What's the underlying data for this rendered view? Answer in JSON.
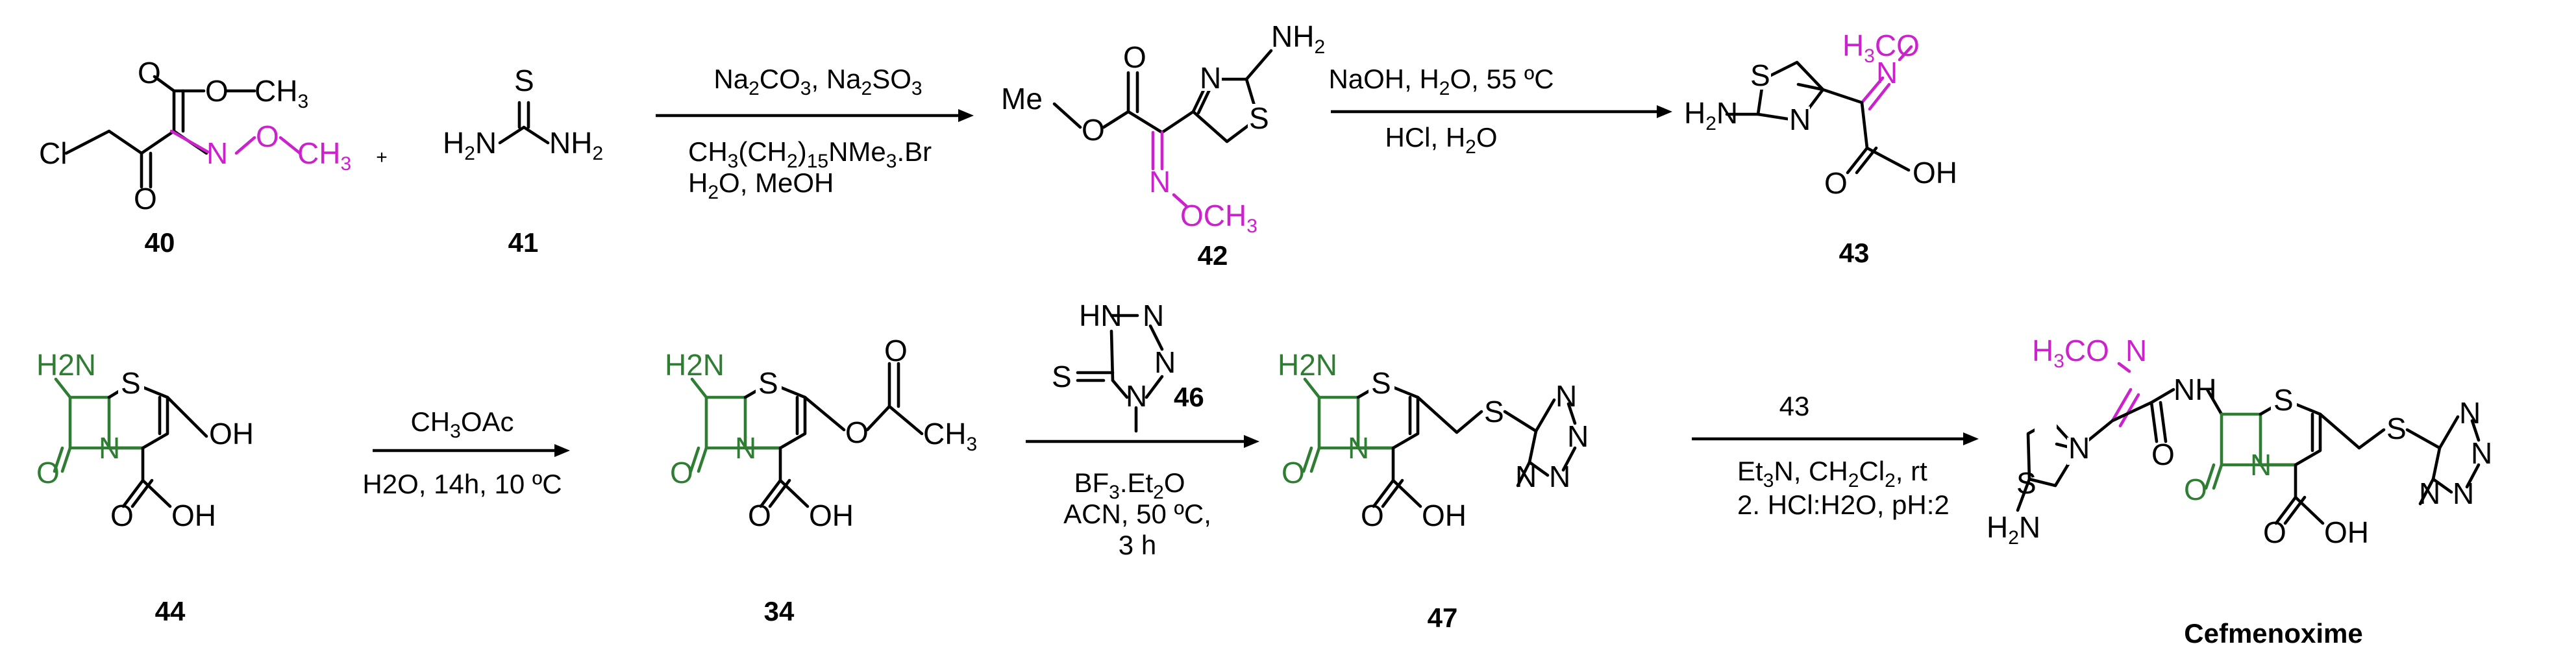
{
  "compounds": {
    "c40": {
      "number": "40"
    },
    "c41": {
      "number": "41"
    },
    "c42": {
      "number": "42"
    },
    "c43": {
      "number": "43"
    },
    "c44": {
      "number": "44"
    },
    "c34": {
      "number": "34"
    },
    "c47": {
      "number": "47"
    },
    "cefmenoxime": {
      "name": "Cefmenoxime"
    }
  },
  "plus_sign": "+",
  "reactions": {
    "step1": {
      "line1": "Na2CO3, Na2SO3",
      "line2": "CH3(CH2)15NMe3.Br",
      "line3": "H2O, MeOH"
    },
    "step2": {
      "line1": "NaOH, H2O, 55 ºC",
      "line2": "HCl, H2O"
    },
    "step3": {
      "line1": "CH3OAc",
      "line2": "H2O, 14h, 10 ºC"
    },
    "step4": {
      "reagent_number": "46",
      "line1": "BF3.Et2O",
      "line2": "ACN, 50 ºC,",
      "line3": "3 h"
    },
    "step5": {
      "reagent_number": "43",
      "line1": "Et3N, CH2Cl2, rt",
      "line2": "2. HCl:H2O, pH:2"
    }
  },
  "atom_labels": {
    "cl": "Cl",
    "o": "O",
    "oh": "OH",
    "n": "N",
    "s": "S",
    "nh": "NH",
    "hn": "HN",
    "h2n": "H2N",
    "nh2": "NH2",
    "ch3": "CH3",
    "och3": "OCH3",
    "h3co": "H3CO",
    "me": "Me"
  },
  "colors": {
    "highlight_green": "#2e7d32",
    "highlight_magenta": "#cc22cc",
    "ink": "#000000"
  }
}
